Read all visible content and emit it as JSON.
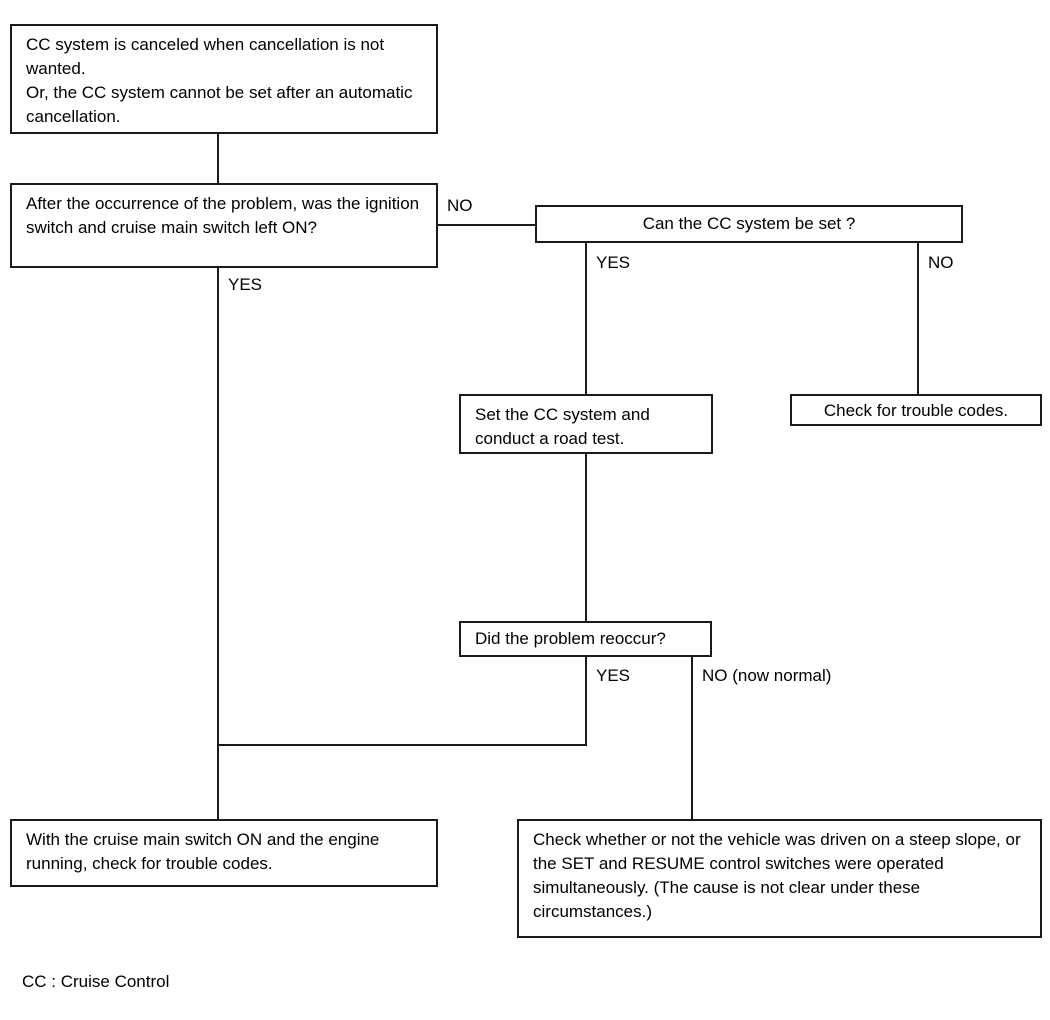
{
  "diagram": {
    "title": "CC System Cancellation Troubleshooting Flowchart",
    "line_color": "#1a1a1a",
    "box_fill": "#ffffff",
    "background": "#ffffff"
  },
  "nodes": {
    "symptom": {
      "text": "CC system is canceled when cancellation is not wanted.\nOr, the CC system cannot be set after an automatic cancellation."
    },
    "question_ignition": {
      "text": "After the occurrence of the problem, was the ignition switch and cruise main switch left ON?"
    },
    "question_can_set": {
      "text": "Can the CC system be set ?"
    },
    "action_road_test": {
      "text": "Set the CC system and conduct a road test."
    },
    "action_check_codes_right": {
      "text": "Check for trouble codes."
    },
    "question_reoccur": {
      "text": "Did the problem reoccur?"
    },
    "action_check_codes_bottom": {
      "text": "With the cruise main switch ON and the engine running, check for trouble codes."
    },
    "action_check_conditions": {
      "text": "Check whether or not the vehicle was driven on a steep slope, or the SET and RESUME control switches were operated simultaneously. (The cause is not clear under these circumstances.)"
    }
  },
  "branch_labels": {
    "ignition_no": "NO",
    "ignition_yes": "YES",
    "can_set_yes": "YES",
    "can_set_no": "NO",
    "reoccur_yes": "YES",
    "reoccur_no": "NO (now normal)"
  },
  "footnote": {
    "text": "CC : Cruise Control"
  }
}
